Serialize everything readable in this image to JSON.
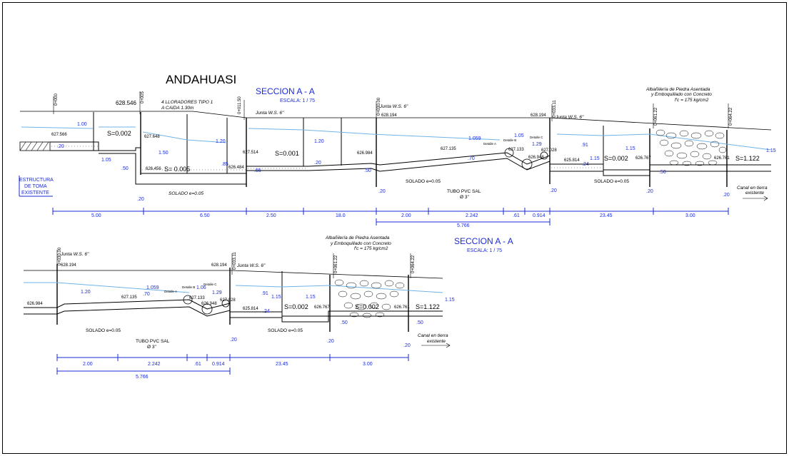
{
  "title": "ANDAHUASI",
  "section1": {
    "heading": "SECCION  A - A",
    "scale": "ESCALA: 1 / 75",
    "stations": [
      "0+000",
      "0+005",
      "0+011.50",
      "0+030.00",
      "0+033.11",
      "0+061.22",
      "0+064.22"
    ],
    "elevations": [
      "628.546",
      "627.566",
      "627.648",
      "626.456",
      "627.514",
      "626.484",
      "628.194",
      "626.984",
      "627.135",
      "627.133",
      "626.948",
      "627.028",
      "625.814",
      "626.767",
      "626.761",
      "628.194"
    ],
    "slopes": [
      "S=0.002",
      "S= 0.005",
      "S=0.001",
      "S=0.002",
      "S=1.122"
    ],
    "heights": [
      "1.00",
      "1.05",
      "1.50",
      ".50",
      ".20",
      ".85",
      ".20",
      "1.20",
      ".55",
      "1.20",
      ".20",
      ".50",
      ".20",
      "1.059",
      ".70",
      "1.05",
      "1.29",
      ".91",
      "1.15",
      "1.15",
      ".20",
      ".24",
      ".20",
      ".50",
      ".20",
      "1.15"
    ],
    "notes": {
      "ll": "4 LLORADORES TIPO 1",
      "caida": "A CAIDA 1.30m",
      "junta1": "Junta W.S. 6\"",
      "junta2": "Junta W.S. 6\"",
      "junta3": "Junta W.S. 6\"",
      "alba1": "Albañilería de Piedra Asentada",
      "alba2": "y Emboquillado con Concreto",
      "alba3": "f'c = 175 kg/cm2",
      "estructura1": "ESTRUCTURA",
      "estructura2": "DE TOMA",
      "estructura3": "EXISTENTE",
      "solado1": "SOLADO  e=0.05",
      "solado2": "SOLADO  e=0.05",
      "solado3": "SOLADO  e=0.05",
      "tubo1": "TUBO PVC SAL",
      "tubo2": "Ø 3\"",
      "canal1": "Canal en tierra",
      "canal2": "existente",
      "detalle_a": "Detalle A",
      "detalle_b": "Detalle B",
      "detalle_c": "Detalle C"
    },
    "dimensions": [
      "5.00",
      "6.50",
      "2.50",
      "18.0",
      "2.00",
      "2.242",
      ".61",
      "0.914",
      "23.45",
      "3.00"
    ],
    "total": "5.766"
  },
  "section2": {
    "heading": "SECCION  A - A",
    "scale": "ESCALA: 1 / 75",
    "stations": [
      "0+030.00",
      "0+033.11",
      "0+061.22",
      "0+064.22"
    ],
    "elevations": [
      "628.194",
      "626.984",
      "627.135",
      "627.133",
      "626.948",
      "627.028",
      "628.194",
      "625.814",
      "626.767",
      "626.761"
    ],
    "slopes": [
      "S=0.002",
      "S=0.002",
      "S=1.122"
    ],
    "heights": [
      "1.20",
      "1.059",
      ".70",
      "1.06",
      "1.29",
      ".91",
      "1.15",
      "1.15",
      ".24",
      ".20",
      ".50",
      ".20",
      ".50",
      ".20",
      "1.15"
    ],
    "notes": {
      "junta1": "Junta W.S. 6\"",
      "junta2": "Junta W.S. 6\"",
      "alba1": "Albañilería de Piedra Asentada",
      "alba2": "y Emboquillado con Concreto",
      "alba3": "f'c = 175 kg/cm2",
      "solado1": "SOLADO  e=0.05",
      "solado2": "SOLADO  e=0.05",
      "tubo1": "TUBO PVC SAL",
      "tubo2": "Ø 3\"",
      "canal1": "Canal en tierra",
      "canal2": "existente",
      "detalle_a": "Detalle A",
      "detalle_b": "Detalle B",
      "detalle_c": "Detalle C"
    },
    "dimensions": [
      "2.00",
      "2.242",
      ".61",
      "0.914",
      "23.45",
      "3.00"
    ],
    "total": "5.766"
  },
  "colors": {
    "dimension": "#1a2bd6",
    "water": "#6fb3e8",
    "line": "#000000"
  }
}
